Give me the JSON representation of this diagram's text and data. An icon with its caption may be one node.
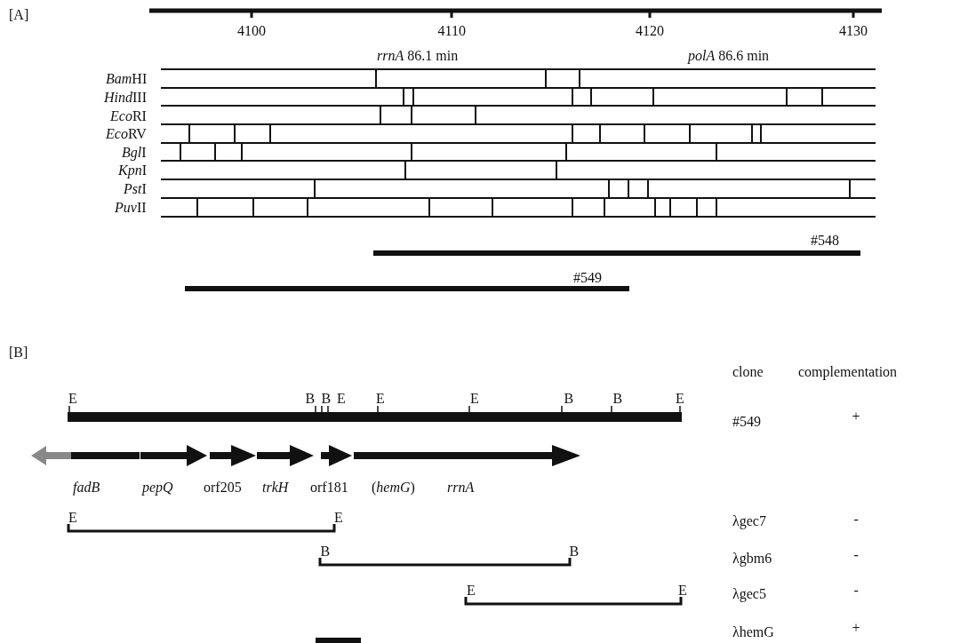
{
  "diagram": {
    "labels": [
      "[A]",
      "4100",
      "4110",
      "4120",
      "4130",
      "*rrnA* 86.1 min",
      "*polA* 86.6 min",
      "BamHI",
      "HindIII",
      "EcoRI",
      "EcoRV",
      "BglI",
      "KpnI",
      "PstI",
      "PuvII",
      "#548",
      "#549",
      "[B]",
      "clone",
      "complementation",
      "E",
      "B",
      "B",
      "E",
      "E",
      "E",
      "B",
      "B",
      "E",
      "#549",
      "+",
      "fadB",
      "pepQ",
      "orf205",
      "trkH",
      "orf181",
      "(*hemG*)",
      "rrnA",
      "E",
      "E",
      "λgec7",
      "-",
      "B",
      "B",
      "λgbm6",
      "-",
      "E",
      "E",
      "λgec5",
      "-",
      "λhemG",
      "+"
    ]
  }
}
